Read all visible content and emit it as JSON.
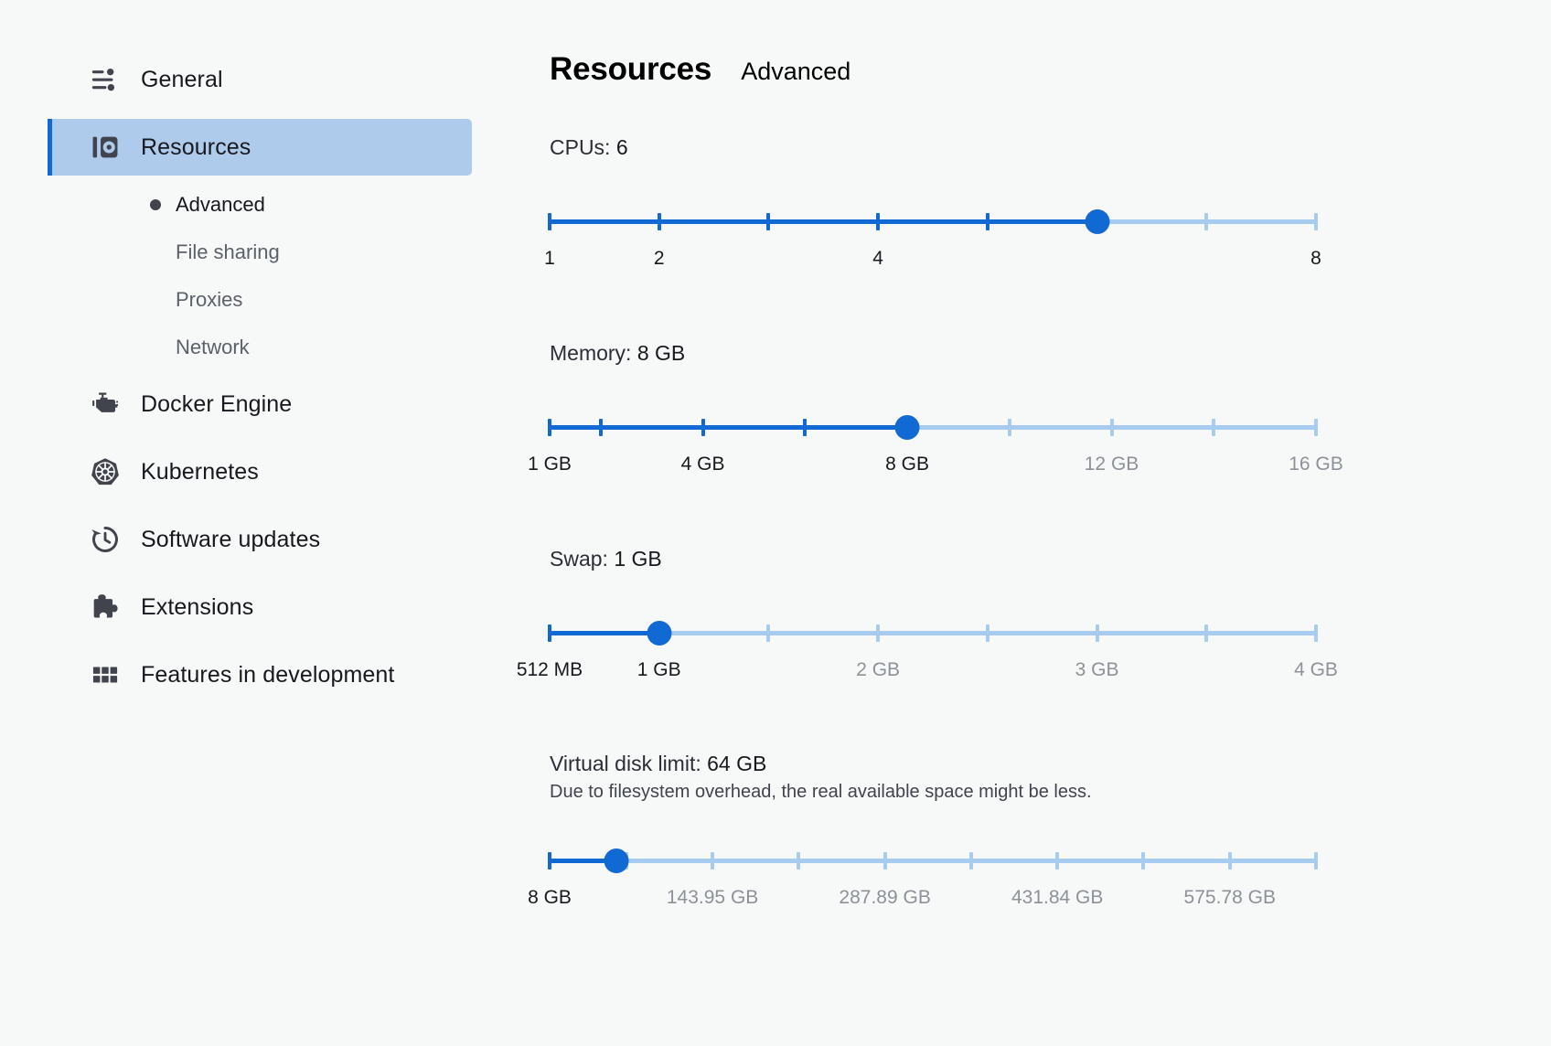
{
  "sidebar": {
    "items": [
      {
        "label": "General",
        "icon": "sliders-icon",
        "selected": false
      },
      {
        "label": "Resources",
        "icon": "resources-icon",
        "selected": true
      },
      {
        "label": "Docker Engine",
        "icon": "docker-engine-icon",
        "selected": false
      },
      {
        "label": "Kubernetes",
        "icon": "kubernetes-icon",
        "selected": false
      },
      {
        "label": "Software updates",
        "icon": "update-clock-icon",
        "selected": false
      },
      {
        "label": "Extensions",
        "icon": "puzzle-icon",
        "selected": false
      },
      {
        "label": "Features in development",
        "icon": "grid-icon",
        "selected": false
      }
    ],
    "sub_items": [
      {
        "label": "Advanced",
        "active": true
      },
      {
        "label": "File sharing",
        "active": false
      },
      {
        "label": "Proxies",
        "active": false
      },
      {
        "label": "Network",
        "active": false
      }
    ]
  },
  "header": {
    "title": "Resources",
    "subtitle": "Advanced"
  },
  "colors": {
    "accent": "#1169d3",
    "track": "#a8cbf0",
    "selected_row": "#afcbec",
    "background": "#f7f8f8"
  },
  "sliders": {
    "cpus": {
      "label_prefix": "CPUs: ",
      "value_text": "6",
      "min": 1,
      "max": 8,
      "value": 6,
      "ticks": [
        1,
        2,
        3,
        4,
        5,
        6,
        7,
        8
      ],
      "scale_labels": [
        {
          "text": "1",
          "value": 1,
          "dim": false
        },
        {
          "text": "2",
          "value": 2,
          "dim": false
        },
        {
          "text": "4",
          "value": 4,
          "dim": false
        },
        {
          "text": "8",
          "value": 8,
          "dim": false
        }
      ]
    },
    "memory": {
      "label_prefix": "Memory: ",
      "value_text": "8 GB",
      "min": 1,
      "max": 16,
      "value": 8,
      "ticks": [
        1,
        2,
        4,
        6,
        8,
        10,
        12,
        14,
        16
      ],
      "scale_labels": [
        {
          "text": "1 GB",
          "value": 1,
          "dim": false
        },
        {
          "text": "4 GB",
          "value": 4,
          "dim": false
        },
        {
          "text": "8 GB",
          "value": 8,
          "dim": false
        },
        {
          "text": "12 GB",
          "value": 12,
          "dim": true
        },
        {
          "text": "16 GB",
          "value": 16,
          "dim": true
        }
      ]
    },
    "swap": {
      "label_prefix": "Swap: ",
      "value_text": "1 GB",
      "min": 0.5,
      "max": 4,
      "value": 1,
      "ticks": [
        0.5,
        1,
        1.5,
        2,
        2.5,
        3,
        3.5,
        4
      ],
      "scale_labels": [
        {
          "text": "512 MB",
          "value": 0.5,
          "dim": false
        },
        {
          "text": "1 GB",
          "value": 1,
          "dim": false
        },
        {
          "text": "2 GB",
          "value": 2,
          "dim": true
        },
        {
          "text": "3 GB",
          "value": 3,
          "dim": true
        },
        {
          "text": "4 GB",
          "value": 4,
          "dim": true
        }
      ]
    },
    "disk": {
      "label_prefix": "Virtual disk limit: ",
      "value_text": "64 GB",
      "hint": "Due to filesystem overhead, the real available space might be less.",
      "min": 8,
      "max": 647.73,
      "value": 64,
      "ticks": [
        8,
        71.97,
        143.95,
        215.92,
        287.89,
        359.87,
        431.84,
        503.81,
        575.78,
        647.73
      ],
      "scale_labels": [
        {
          "text": "8 GB",
          "value": 8,
          "dim": false
        },
        {
          "text": "143.95 GB",
          "value": 143.95,
          "dim": true
        },
        {
          "text": "287.89 GB",
          "value": 287.89,
          "dim": true
        },
        {
          "text": "431.84 GB",
          "value": 431.84,
          "dim": true
        },
        {
          "text": "575.78 GB",
          "value": 575.78,
          "dim": true
        }
      ]
    }
  }
}
